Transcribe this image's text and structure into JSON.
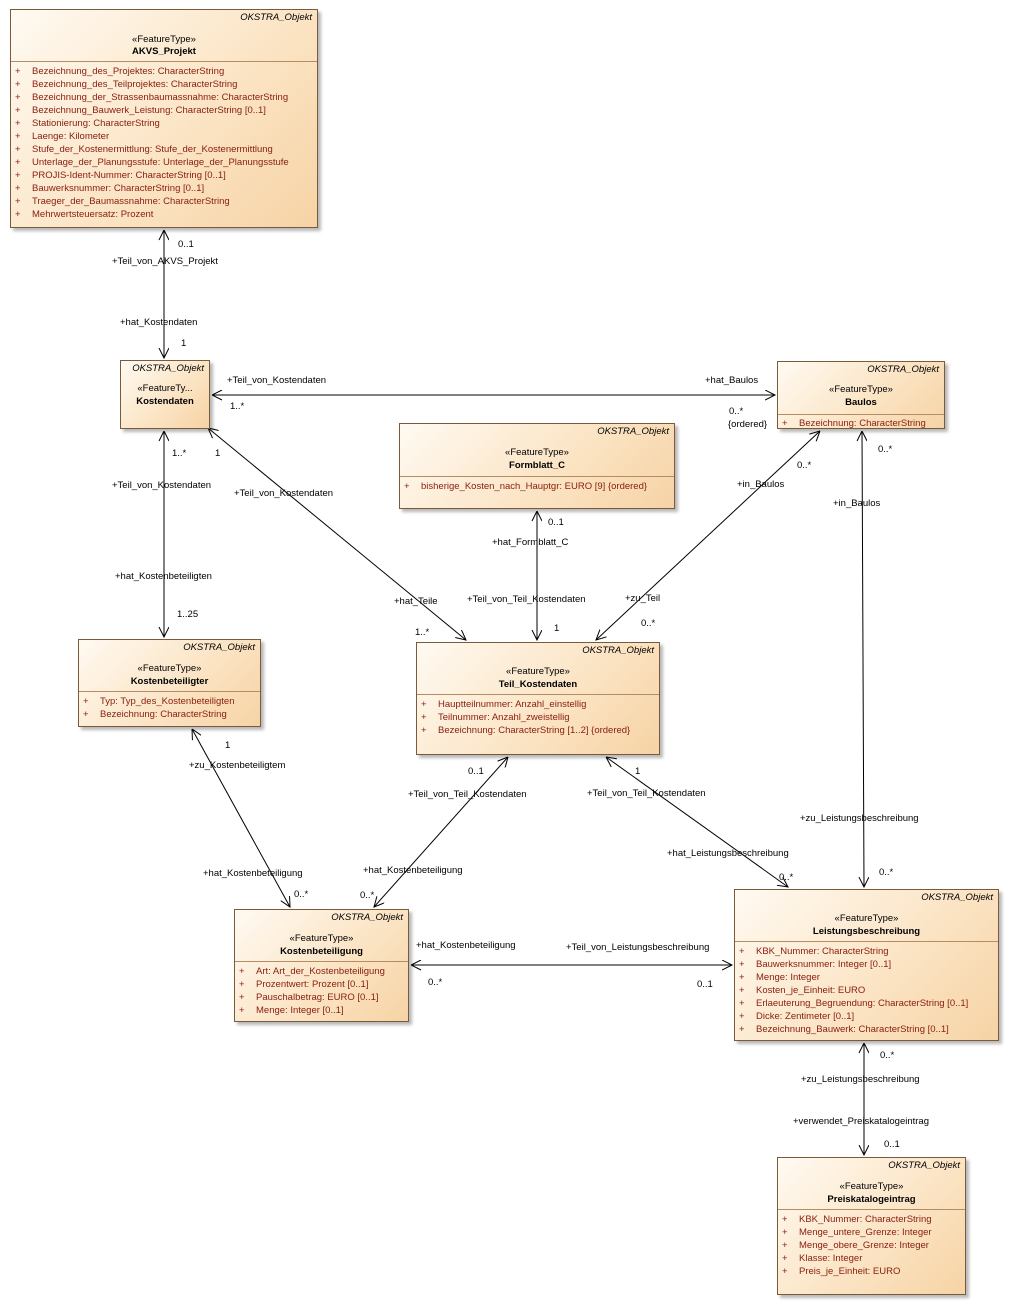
{
  "classes": {
    "akvs_projekt": {
      "parent": "OKSTRA_Objekt",
      "stereotype": "«FeatureType»",
      "name": "AKVS_Projekt",
      "attributes": [
        {
          "vis": "+",
          "text": "Bezeichnung_des_Projektes: CharacterString"
        },
        {
          "vis": "+",
          "text": "Bezeichnung_des_Teilprojektes: CharacterString"
        },
        {
          "vis": "+",
          "text": "Bezeichnung_der_Strassenbaumassnahme: CharacterString"
        },
        {
          "vis": "+",
          "text": "Bezeichnung_Bauwerk_Leistung: CharacterString [0..1]"
        },
        {
          "vis": "+",
          "text": "Stationierung: CharacterString"
        },
        {
          "vis": "+",
          "text": "Laenge: Kilometer"
        },
        {
          "vis": "+",
          "text": "Stufe_der_Kostenermittlung: Stufe_der_Kostenermittlung"
        },
        {
          "vis": "+",
          "text": "Unterlage_der_Planungsstufe: Unterlage_der_Planungsstufe"
        },
        {
          "vis": "+",
          "text": "PROJIS-Ident-Nummer: CharacterString [0..1]"
        },
        {
          "vis": "+",
          "text": "Bauwerksnummer: CharacterString [0..1]"
        },
        {
          "vis": "+",
          "text": "Traeger_der_Baumassnahme: CharacterString"
        },
        {
          "vis": "+",
          "text": "Mehrwertsteuersatz: Prozent"
        }
      ]
    },
    "kostendaten": {
      "parent": "OKSTRA_Objekt",
      "stereotype": "«FeatureTy...",
      "name": "Kostendaten",
      "attributes": []
    },
    "baulos": {
      "parent": "OKSTRA_Objekt",
      "stereotype": "«FeatureType»",
      "name": "Baulos",
      "attributes": [
        {
          "vis": "+",
          "text": "Bezeichnung: CharacterString"
        }
      ]
    },
    "formblatt_c": {
      "parent": "OKSTRA_Objekt",
      "stereotype": "«FeatureType»",
      "name": "Formblatt_C",
      "attributes": [
        {
          "vis": "+",
          "text": "bisherige_Kosten_nach_Hauptgr: EURO [9] {ordered}"
        }
      ]
    },
    "kostenbeteiligter": {
      "parent": "OKSTRA_Objekt",
      "stereotype": "«FeatureType»",
      "name": "Kostenbeteiligter",
      "attributes": [
        {
          "vis": "+",
          "text": "Typ: Typ_des_Kostenbeteiligten"
        },
        {
          "vis": "+",
          "text": "Bezeichnung: CharacterString"
        }
      ]
    },
    "teil_kostendaten": {
      "parent": "OKSTRA_Objekt",
      "stereotype": "«FeatureType»",
      "name": "Teil_Kostendaten",
      "attributes": [
        {
          "vis": "+",
          "text": "Hauptteilnummer: Anzahl_einstellig"
        },
        {
          "vis": "+",
          "text": "Teilnummer: Anzahl_zweistellig"
        },
        {
          "vis": "+",
          "text": "Bezeichnung: CharacterString [1..2] {ordered}"
        }
      ]
    },
    "kostenbeteiligung": {
      "parent": "OKSTRA_Objekt",
      "stereotype": "«FeatureType»",
      "name": "Kostenbeteiligung",
      "attributes": [
        {
          "vis": "+",
          "text": "Art: Art_der_Kostenbeteiligung"
        },
        {
          "vis": "+",
          "text": "Prozentwert: Prozent [0..1]"
        },
        {
          "vis": "+",
          "text": "Pauschalbetrag: EURO [0..1]"
        },
        {
          "vis": "+",
          "text": "Menge: Integer [0..1]"
        }
      ]
    },
    "leistungsbeschreibung": {
      "parent": "OKSTRA_Objekt",
      "stereotype": "«FeatureType»",
      "name": "Leistungsbeschreibung",
      "attributes": [
        {
          "vis": "+",
          "text": "KBK_Nummer: CharacterString"
        },
        {
          "vis": "+",
          "text": "Bauwerksnummer: Integer [0..1]"
        },
        {
          "vis": "+",
          "text": "Menge: Integer"
        },
        {
          "vis": "+",
          "text": "Kosten_je_Einheit: EURO"
        },
        {
          "vis": "+",
          "text": "Erlaeuterung_Begruendung: CharacterString [0..1]"
        },
        {
          "vis": "+",
          "text": "Dicke: Zentimeter [0..1]"
        },
        {
          "vis": "+",
          "text": "Bezeichnung_Bauwerk: CharacterString [0..1]"
        }
      ]
    },
    "preiskatalogeintrag": {
      "parent": "OKSTRA_Objekt",
      "stereotype": "«FeatureType»",
      "name": "Preiskatalogeintrag",
      "attributes": [
        {
          "vis": "+",
          "text": "KBK_Nummer: CharacterString"
        },
        {
          "vis": "+",
          "text": "Menge_untere_Grenze: Integer"
        },
        {
          "vis": "+",
          "text": "Menge_obere_Grenze: Integer"
        },
        {
          "vis": "+",
          "text": "Klasse: Integer"
        },
        {
          "vis": "+",
          "text": "Preis_je_Einheit: EURO"
        }
      ]
    }
  },
  "labels": [
    "0..1",
    "+Teil_von_AKVS_Projekt",
    "+hat_Kostendaten",
    "1",
    "+Teil_von_Kostendaten",
    "1..*",
    "+hat_Baulos",
    "0..*",
    "{ordered}",
    "1..*",
    "1",
    "+Teil_von_Kostendaten",
    "+Teil_von_Kostendaten",
    "+hat_Kostenbeteiligten",
    "1..25",
    "+hat_Teile",
    "1..*",
    "0..1",
    "+hat_Formblatt_C",
    "+Teil_von_Teil_Kostendaten",
    "1",
    "0..*",
    "+in_Baulos",
    "+zu_Teil",
    "0..*",
    "0..*",
    "+in_Baulos",
    "1",
    "+zu_Kostenbeteiligtem",
    "+hat_Kostenbeteiligung",
    "0..*",
    "0..1",
    "+Teil_von_Teil_Kostendaten",
    "+hat_Kostenbeteiligung",
    "0..*",
    "1",
    "+Teil_von_Teil_Kostendaten",
    "+hat_Leistungsbeschreibung",
    "0..*",
    "+zu_Leistungsbeschreibung",
    "0..*",
    "+hat_Kostenbeteiligung",
    "0..*",
    "+Teil_von_Leistungsbeschreibung",
    "0..1",
    "0..*",
    "+zu_Leistungsbeschreibung",
    "+verwendet_Preiskatalogeintrag",
    "0..1"
  ]
}
